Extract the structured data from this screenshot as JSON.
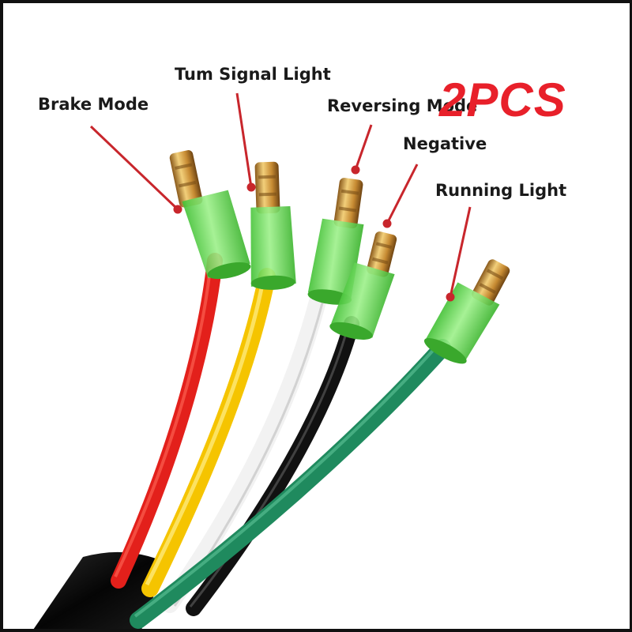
{
  "badge": {
    "text": "2PCS",
    "color": "#e8202a"
  },
  "labels": {
    "brake": "Brake Mode",
    "turn": "Tum Signal Light",
    "reverse": "Reversing Mode",
    "negative": "Negative",
    "running": "Running Light"
  },
  "colors": {
    "pointer": "#c8262c",
    "wire_red": "#e3201b",
    "wire_yellow": "#f5c400",
    "wire_white": "#f2f2f2",
    "wire_black": "#111111",
    "wire_green": "#1f8a5e",
    "sleeve": "#5fdc4a",
    "connector": "#d6a24a",
    "jacket": "#0d0d0d"
  }
}
